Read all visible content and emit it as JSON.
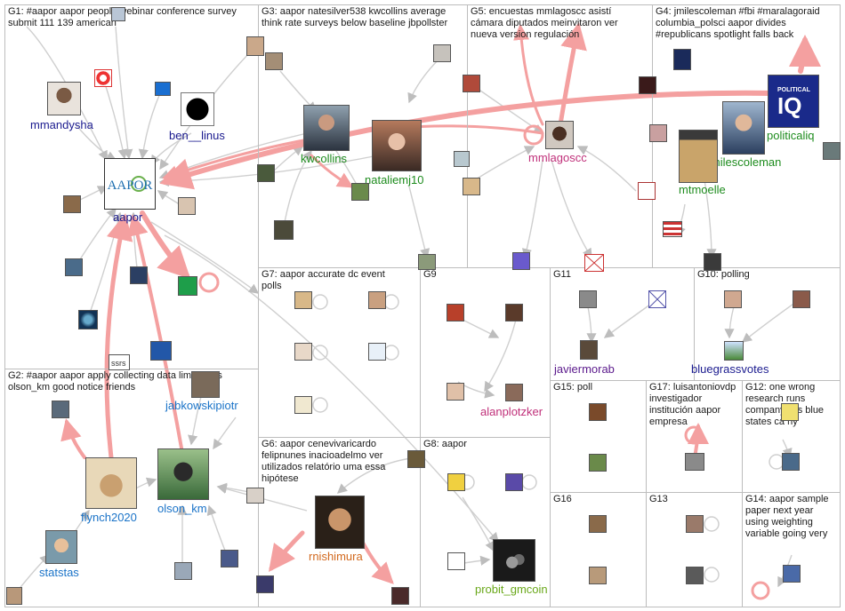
{
  "colors": {
    "edge": "#c8c8c8",
    "edge_strong": "#f08080",
    "group_border": "#bdbdbd",
    "label_navy": "#1b1b8f",
    "label_blue": "#1a73c8",
    "label_green": "#1e8c1e",
    "label_magenta": "#c0307a",
    "label_orange": "#d2691e",
    "label_purple": "#5b1a8c",
    "label_lime": "#6aa81a",
    "label_red": "#d03030"
  },
  "groups": [
    {
      "id": "g1",
      "label": "G1: #aapor aapor people webinar conference survey\nsubmit 111 139 american"
    },
    {
      "id": "g3",
      "label": "G3: aapor natesilver538 kwcollins average\nthink rate surveys below baseline jbpollster"
    },
    {
      "id": "g5",
      "label": "G5: encuestas mmlagoscc asistí\ncámara diputados meinvitaron ver\nnueva version regulación"
    },
    {
      "id": "g4",
      "label": "G4: jmilescoleman #fbi #maralagoraid\ncolumbia_polsci aapor divides\n#republicans spotlight falls back"
    },
    {
      "id": "g7",
      "label": "G7: aapor accurate dc event\npolls"
    },
    {
      "id": "g9",
      "label": "G9"
    },
    {
      "id": "g11",
      "label": "G11"
    },
    {
      "id": "g10",
      "label": "G10: polling"
    },
    {
      "id": "g2",
      "label": "G2: #aapor aapor apply collecting data limitations\nolson_km good notice friends"
    },
    {
      "id": "g15",
      "label": "G15: poll"
    },
    {
      "id": "g17",
      "label": "G17: luisantoniovdp\ninvestigador\ninstitución aapor\nempresa"
    },
    {
      "id": "g12",
      "label": "G12: one wrong\nresearch runs\ncompany libs blue\nstates ca ny"
    },
    {
      "id": "g6",
      "label": "G6: aapor cenevivaricardo\nfelipnunes inacioadelmo ver\nutilizados relatório uma essa\nhipótese"
    },
    {
      "id": "g8",
      "label": "G8: aapor"
    },
    {
      "id": "g16",
      "label": "G16"
    },
    {
      "id": "g13",
      "label": "G13"
    },
    {
      "id": "g14",
      "label": "G14: aapor sample\npaper next year\nusing weighting\nvariable going very"
    }
  ],
  "nodes": [
    {
      "id": "mmandysha",
      "label": "mmandysha",
      "color": "#1b1b8f"
    },
    {
      "id": "ben__linus",
      "label": "ben__linus",
      "color": "#1b1b8f"
    },
    {
      "id": "aapor",
      "label": "aapor",
      "color": "#1b1b8f",
      "logo": "AAPOR"
    },
    {
      "id": "kwcollins",
      "label": "kwcollins",
      "color": "#1e8c1e"
    },
    {
      "id": "nataliemj10",
      "label": "nataliemj10",
      "color": "#1e8c1e"
    },
    {
      "id": "mmlagoscc",
      "label": "mmlagoscc",
      "color": "#c0307a"
    },
    {
      "id": "jmilescoleman",
      "label": "jmilescoleman",
      "color": "#1e8c1e"
    },
    {
      "id": "politicaliq",
      "label": "politicaliq",
      "color": "#1e8c1e",
      "logo": "IQ",
      "logo_small": "POLITICAL"
    },
    {
      "id": "mtmoelle",
      "label": "mtmoelle",
      "color": "#1e8c1e"
    },
    {
      "id": "jabkowskipiotr",
      "label": "jabkowskipiotr",
      "color": "#1a73c8"
    },
    {
      "id": "flynch2020",
      "label": "flynch2020",
      "color": "#1a73c8"
    },
    {
      "id": "olson_km",
      "label": "olson_km",
      "color": "#1a73c8"
    },
    {
      "id": "statstas",
      "label": "statstas",
      "color": "#1a73c8"
    },
    {
      "id": "alanplotzker",
      "label": "alanplotzker",
      "color": "#c0307a"
    },
    {
      "id": "javiermorab",
      "label": "javiermorab",
      "color": "#5b1a8c"
    },
    {
      "id": "bluegrassvotes",
      "label": "bluegrassvotes",
      "color": "#1b1b8f"
    },
    {
      "id": "rnishimura",
      "label": "rnishimura",
      "color": "#d2691e"
    },
    {
      "id": "probit_gmcoin",
      "label": "probit_gmcoin",
      "color": "#6aa81a"
    }
  ],
  "badges": {
    "ssrs": "ssrs"
  }
}
